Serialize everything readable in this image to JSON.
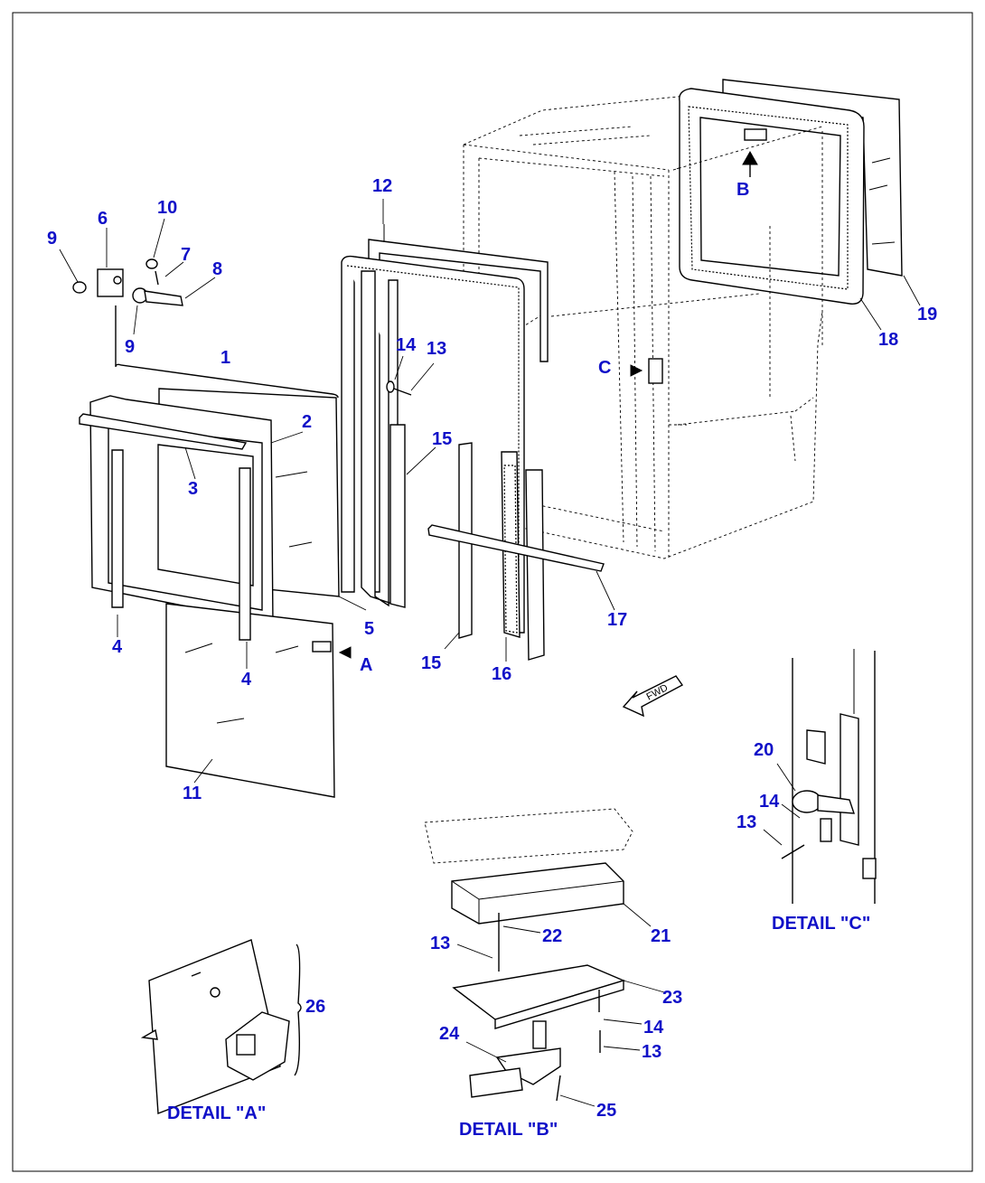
{
  "callouts": [
    {
      "id": "c1",
      "text": "1"
    },
    {
      "id": "c2",
      "text": "2"
    },
    {
      "id": "c3",
      "text": "3"
    },
    {
      "id": "c4a",
      "text": "4"
    },
    {
      "id": "c4b",
      "text": "4"
    },
    {
      "id": "c5",
      "text": "5"
    },
    {
      "id": "c6",
      "text": "6"
    },
    {
      "id": "c7",
      "text": "7"
    },
    {
      "id": "c8",
      "text": "8"
    },
    {
      "id": "c9a",
      "text": "9"
    },
    {
      "id": "c9b",
      "text": "9"
    },
    {
      "id": "c10",
      "text": "10"
    },
    {
      "id": "c11",
      "text": "11"
    },
    {
      "id": "c12",
      "text": "12"
    },
    {
      "id": "c13a",
      "text": "13"
    },
    {
      "id": "c14a",
      "text": "14"
    },
    {
      "id": "c15a",
      "text": "15"
    },
    {
      "id": "c15b",
      "text": "15"
    },
    {
      "id": "c16",
      "text": "16"
    },
    {
      "id": "c17",
      "text": "17"
    },
    {
      "id": "c18",
      "text": "18"
    },
    {
      "id": "c19",
      "text": "19"
    },
    {
      "id": "c20",
      "text": "20"
    },
    {
      "id": "c14c",
      "text": "14"
    },
    {
      "id": "c13c",
      "text": "13"
    },
    {
      "id": "c21",
      "text": "21"
    },
    {
      "id": "c22",
      "text": "22"
    },
    {
      "id": "c13b",
      "text": "13"
    },
    {
      "id": "c23",
      "text": "23"
    },
    {
      "id": "c14b",
      "text": "14"
    },
    {
      "id": "c13d",
      "text": "13"
    },
    {
      "id": "c24",
      "text": "24"
    },
    {
      "id": "c25",
      "text": "25"
    },
    {
      "id": "c26",
      "text": "26"
    }
  ],
  "view_refs": {
    "a": "A",
    "b": "B",
    "c": "C"
  },
  "details": {
    "a": "DETAIL \"A\"",
    "b": "DETAIL \"B\"",
    "c": "DETAIL \"C\""
  },
  "fwd": "FWD",
  "colors": {
    "callout": "#1010c8",
    "line": "#000000",
    "background": "#ffffff"
  }
}
